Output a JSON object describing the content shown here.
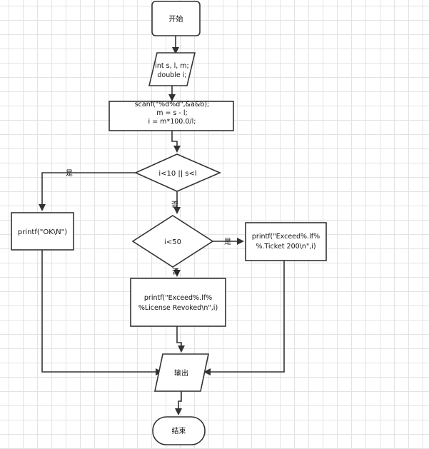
{
  "nodes": {
    "start": "开始",
    "declare": [
      "int s, l, m;",
      "double i;"
    ],
    "process": [
      "scanf(\"%d%d\",&a&b);",
      "m = s - l;",
      "i = m*100.0/l;"
    ],
    "cond1": "i<10 || s<l",
    "ok": "printf(\"OK\\N\")",
    "cond2": "i<50",
    "ticket": [
      "printf(\"Exceed%.lf%",
      "%.Ticket 200\\n\",i)"
    ],
    "revoked": [
      "printf(\"Exceed%.lf%",
      "%License Revoked\\n\",i)"
    ],
    "output": "输出",
    "end": "结束"
  },
  "edge_labels": {
    "yes1": "是",
    "no1": "否",
    "yes2": "是",
    "no2": "否"
  }
}
